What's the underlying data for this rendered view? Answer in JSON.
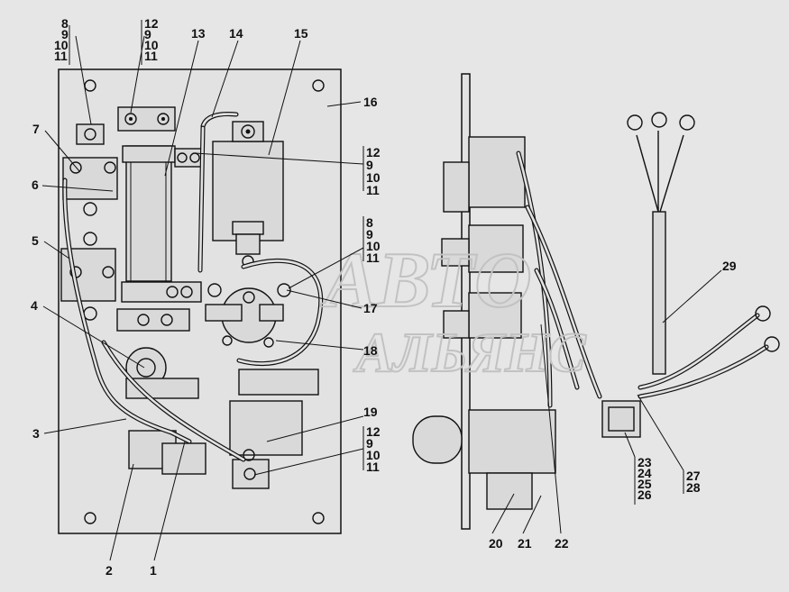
{
  "callouts": {
    "c1": "1",
    "c2": "2",
    "c3": "3",
    "c4": "4",
    "c5": "5",
    "c6": "6",
    "c7": "7",
    "c13": "13",
    "c14": "14",
    "c15": "15",
    "c16": "16",
    "c17": "17",
    "c18": "18",
    "c19": "19",
    "c20": "20",
    "c21": "21",
    "c22": "22",
    "c29": "29"
  },
  "stacks": {
    "s_topleft": [
      "8",
      "9",
      "10",
      "11"
    ],
    "s_topmid": [
      "12",
      "9",
      "10",
      "11"
    ],
    "s_right1": [
      "12",
      "9",
      "10",
      "11"
    ],
    "s_right2": [
      "8",
      "9",
      "10",
      "11"
    ],
    "s_right3": [
      "12",
      "9",
      "10",
      "11"
    ],
    "s_side1": [
      "23",
      "24",
      "25",
      "26"
    ],
    "s_side2": [
      "27",
      "28"
    ]
  },
  "watermark": {
    "line1": "АВТО",
    "line2": "АЛЬЯНС"
  }
}
